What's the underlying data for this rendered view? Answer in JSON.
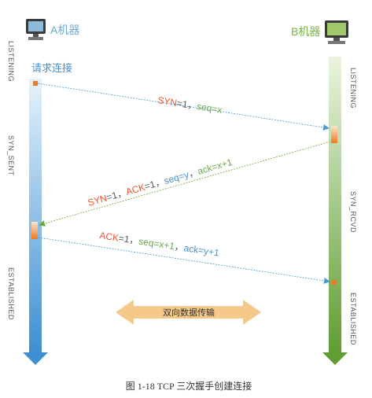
{
  "host_a": {
    "name": "A机器",
    "action": "请求连接"
  },
  "host_b": {
    "name": "B机器"
  },
  "states_a": [
    "LISTENING",
    "SYN_SENT",
    "ESTABLISHED"
  ],
  "states_b": [
    "LISTENING",
    "SYN_RCVD",
    "ESTABLISHED"
  ],
  "messages": [
    {
      "parts": [
        {
          "t": "SYN",
          "c": "#e8542e"
        },
        {
          "t": "=1，",
          "c": "#555555"
        },
        {
          "t": "seq=x",
          "c": "#6aa84f"
        }
      ]
    },
    {
      "parts": [
        {
          "t": "SYN",
          "c": "#e8542e"
        },
        {
          "t": "=1，",
          "c": "#555555"
        },
        {
          "t": "ACK",
          "c": "#e8542e"
        },
        {
          "t": "=1，",
          "c": "#555555"
        },
        {
          "t": "seq=y",
          "c": "#4a90c8"
        },
        {
          "t": "，",
          "c": "#555555"
        },
        {
          "t": "ack=x+1",
          "c": "#6aa84f"
        }
      ]
    },
    {
      "parts": [
        {
          "t": "ACK",
          "c": "#e8542e"
        },
        {
          "t": "=1，",
          "c": "#555555"
        },
        {
          "t": "seq=x+1",
          "c": "#6aa84f"
        },
        {
          "t": "，",
          "c": "#555555"
        },
        {
          "t": "ack=y+1",
          "c": "#4a90c8"
        }
      ]
    }
  ],
  "transfer_label": "双向数据传输",
  "caption": "图 1-18 TCP 三次握手创建连接",
  "colors": {
    "line_a": "#4a9ad8",
    "line_b": "#6aaa3a",
    "marker": "#f07820",
    "arrow_band": "#f5c98a"
  }
}
